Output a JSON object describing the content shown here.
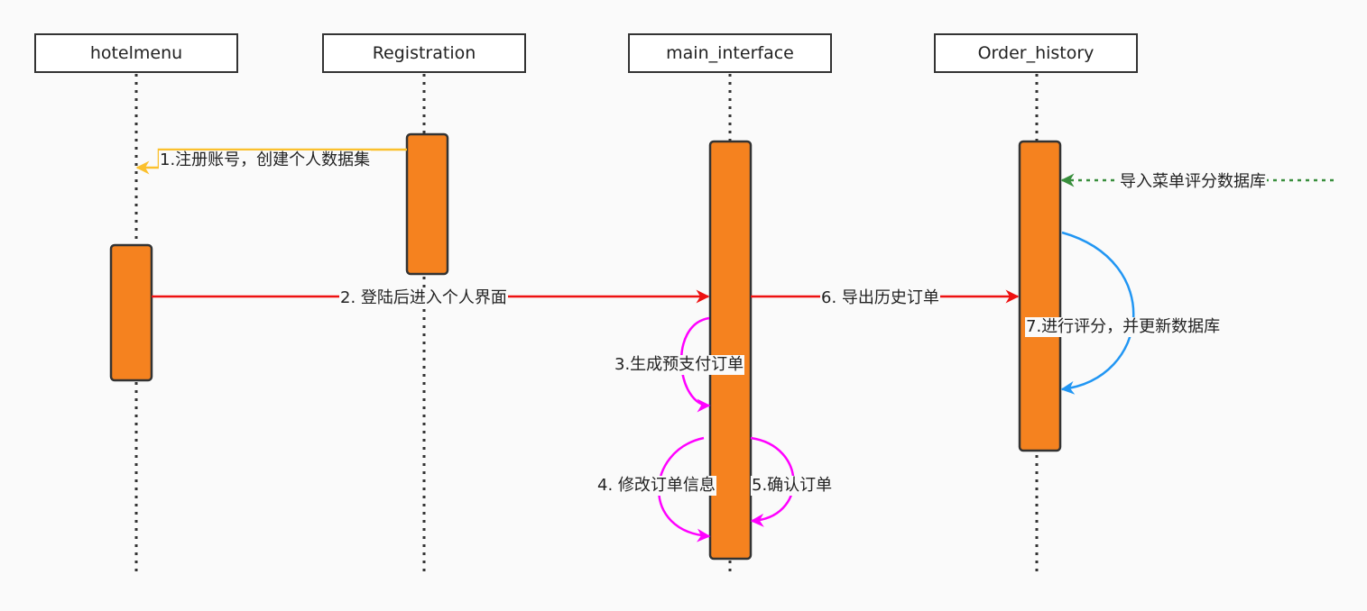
{
  "participants": [
    {
      "name": "hotelmenu"
    },
    {
      "name": "Registration"
    },
    {
      "name": "main_interface"
    },
    {
      "name": "Order_history"
    }
  ],
  "messages": [
    {
      "label": "1.注册账号，创建个人数据集",
      "color": "#fbc02d",
      "style": "solid"
    },
    {
      "label": "2. 登陆后进入个人界面",
      "color": "#ee1111",
      "style": "solid"
    },
    {
      "label": "3.生成预支付订单",
      "color": "#ff00ff",
      "style": "solid"
    },
    {
      "label": "4. 修改订单信息",
      "color": "#ff00ff",
      "style": "solid"
    },
    {
      "label": "5.确认订单",
      "color": "#ff00ff",
      "style": "solid"
    },
    {
      "label": "6. 导出历史订单",
      "color": "#ee1111",
      "style": "solid"
    },
    {
      "label": "导入菜单评分数据库",
      "color": "#388e3c",
      "style": "dotted"
    },
    {
      "label": "7.进行评分，并更新数据库",
      "color": "#2196f3",
      "style": "solid"
    }
  ],
  "colors": {
    "activation_fill": "#f5821f",
    "activation_stroke": "#333333",
    "lifeline": "#333333",
    "background": "#fafafa"
  }
}
